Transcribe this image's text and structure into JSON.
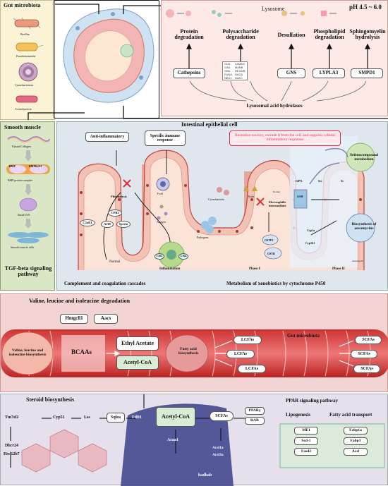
{
  "gut_microbiota_panel": {
    "title": "Gut microbiota",
    "taxa": [
      "Bacillus",
      "Pseudomonadota",
      "Cyanobacteriota",
      "Actinobacteria"
    ]
  },
  "lysosome_panel": {
    "title": "Lysosome",
    "ph": "pH 4.5 ~ 6.0",
    "processes": [
      "Protein degradation",
      "Polysaccharide degradation",
      "Desulfation",
      "Phospholipid degradation",
      "Sphingomyelin hydrolysis"
    ],
    "enzyme_boxes": [
      "Cathepsins",
      "GNS",
      "LYPLA3",
      "SMPD1"
    ],
    "polysaccharide_enzymes": [
      [
        "GLB",
        "LAMAN"
      ],
      [
        "GAA",
        "MANB"
      ],
      [
        "GBA",
        "HEXA/B"
      ],
      [
        "FUNA",
        "NAGA"
      ],
      [
        "NEU1",
        "GALC"
      ]
    ],
    "hydrolases_label": "Lysosomal acid hydrolases"
  },
  "smooth_muscle_panel": {
    "title": "Smooth muscle",
    "items": [
      "Elastin/Collagen",
      "BMP",
      "BMPR2/II",
      "BMP protein complex",
      "Smad1/5/8",
      "Smooth muscle cells"
    ],
    "pathway": "TGF-beta signaling pathway"
  },
  "epithelial_panel": {
    "title": "Intestinal epithelial cell",
    "anti_inflammatory": "Anti-inflammatory",
    "specific_immune": "Specific immune response",
    "neutralize_note": "Neutralize toxicity, extrude it from the cell, and suppress cellular inflammatory responses",
    "selenocompound": "Selenocompound metabolism",
    "ansamycins": "Biosynthesis of ansamycins",
    "labels": {
      "fibrinolysis": "Fibrinolysis",
      "c5ar1": "C5aR1",
      "cpb2": "CPB2",
      "a2m": "A2M",
      "sperin": "Sperin",
      "normal": "Normal",
      "tcell": "T-cell",
      "antigen": "Antigen",
      "pathogens": "Pathogens",
      "inflammation": "Inflammation",
      "cr3": "CR3",
      "cr4": "CR4",
      "cyanobacteria": "Cyanobacteria",
      "toxin": "Toxin",
      "electrophilic": "Electrophilic intermediate",
      "gpx": "GPX",
      "sec": "Sec",
      "se": "Se",
      "gsh": "GSH",
      "gstp1": "GSTP1",
      "gstr": "GSTR",
      "cyp1a": "Cyp1a",
      "cyp1b1": "Cyp1b1",
      "phase1": "Phase I",
      "phase2": "Phase II",
      "ansamycin": "Ansamycin",
      "protein": "Protein"
    },
    "complement_label": "Complement and coagulation cascades",
    "xenobiotic_label": "Metabolism of xenobiotics by cytochrome P450"
  },
  "bcaa_panel": {
    "title": "Valine, leucine and isoleucine degradation",
    "genes": [
      "Hmgcll1",
      "Aacs"
    ],
    "biosynthesis": "Valine, leucine and isoleucine biosynthesis",
    "bcaas": "BCAAs",
    "ethyl_acetate": "Ethyl Acetate",
    "acetyl_coa": "Acetyl-CoA",
    "fatty_acid_bio": "Fatty acid biosynthesis",
    "lcfas": [
      "LCFAs",
      "LCFAs",
      "LCFAs"
    ],
    "gut_microbiota": "Gut microbiota",
    "scfas": [
      "SCFAs",
      "SCFAs",
      "SCFAs"
    ]
  },
  "bottom_panel": {
    "steroid_title": "Steroid biosynthesis",
    "steroid_genes": [
      "Tm7sf2",
      "Cyp51",
      "Lss",
      "Sqlea",
      "Fdft1",
      "Dhcr24",
      "Hsd12b7"
    ],
    "acetyl_coa": "Acetyl-CoA",
    "acaa1": "Acaa1",
    "hadhab": "hadhab",
    "scfas": "SCFAs",
    "acsl": [
      "Acsl1a",
      "Acsl3a"
    ],
    "ppar": "PPARγ",
    "rar": "RAR",
    "ppar_title": "PPAR signaling pathway",
    "lipogenesis_title": "Lipogenesis",
    "lipogenesis_genes": [
      "ME1",
      "Scd-1",
      "Fasd2"
    ],
    "fatty_transport_title": "Fatty acid transport",
    "fatty_transport_genes": [
      "Fabp1a",
      "Fabp3",
      "Acsl"
    ]
  }
}
